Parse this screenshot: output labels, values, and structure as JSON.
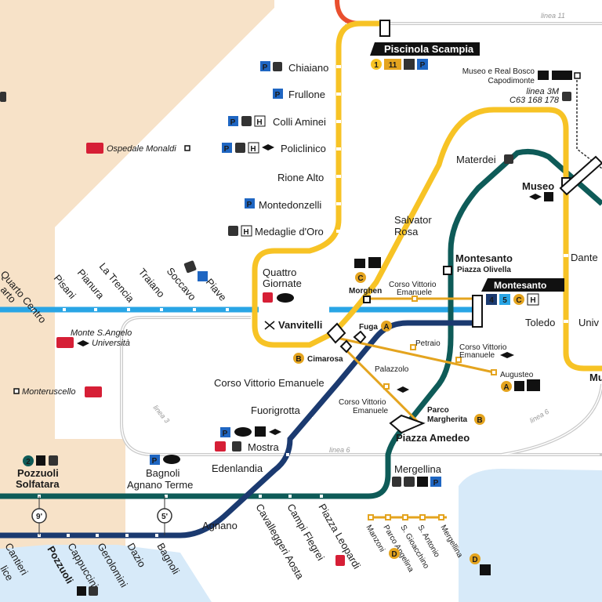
{
  "colors": {
    "linea1": "#f7c325",
    "linea6": "#1b3a70",
    "linea2": "#0e5b58",
    "cumana": "#29a5e5",
    "funicular": "#e4a41f",
    "linea11": "#e94f2e",
    "regional": "#c9c9c9",
    "land": "#f7e2c8",
    "sea": "#d7eaf9",
    "parking": "#1f66c2",
    "eav_red": "#d61f36"
  },
  "lines": {
    "linea11": "linea 11",
    "linea6": "linea 6",
    "linea3": "linea 3"
  },
  "stations": {
    "piscinola": "Piscinola Scampia",
    "chiaiano": "Chiaiano",
    "frullone": "Frullone",
    "colli_aminei": "Colli Aminei",
    "policlinico": "Policlinico",
    "rione_alto": "Rione Alto",
    "montedonzelli": "Montedonzelli",
    "medaglie": "Medaglie d'Oro",
    "salvator_rosa": [
      "Salvator",
      "Rosa"
    ],
    "materdei": "Materdei",
    "museo": "Museo",
    "dante": "Dante",
    "toledo": "Toledo",
    "univ": "Univ",
    "mu": "Mu",
    "quattro_giornate": [
      "Quattro",
      "Giornate"
    ],
    "vanvitelli": "Vanvitelli",
    "montesanto_top": "Montesanto",
    "piazza_olivella": "Piazza Olivella",
    "montesanto": "Montesanto",
    "morghen": "Morghen",
    "cve_top": [
      "Corso Vittorio",
      "Emanuele"
    ],
    "fuga": "Fuga",
    "cimarosa": "Cimarosa",
    "petraio": "Petraio",
    "cve_right": [
      "Corso Vittorio",
      "Emanuele"
    ],
    "augusteo": "Augusteo",
    "palazzolo": "Palazzolo",
    "cve_mid": [
      "Corso Vittorio",
      "Emanuele"
    ],
    "parco_margherita": [
      "Parco",
      "Margherita"
    ],
    "piazza_amedeo": "Piazza Amedeo",
    "corso_ve": "Corso Vittorio Emanuele",
    "fuorigrotta": "Fuorigrotta",
    "mostra": "Mostra",
    "edenlandia": "Edenlandia",
    "bagnoli_agnano": [
      "Bagnoli",
      "Agnano Terme"
    ],
    "mergellina": "Mergellina",
    "pozzuoli_solfatara": [
      "Pozzuoli",
      "Solfatara"
    ],
    "agnano": "Agnano",
    "museo_real": [
      "Museo e Real Bosco",
      "Capodimonte"
    ],
    "linea3m": [
      "linea 3M",
      "C63 168 178"
    ],
    "ospedale": "Ospedale Monaldi",
    "monte_sangelo": [
      "Monte S.Angelo",
      "Università"
    ],
    "monteruscello": "Monteruscello",
    "cumana_names": [
      "Quarto Centro",
      "Pisani",
      "Pianura",
      "La Trencia",
      "Traiano",
      "Soccavo",
      "Piave"
    ],
    "arto": "arto",
    "bottom_names": [
      "Cavalleggeri Aosta",
      "Campi Flegrei",
      "Piazza Leopardi"
    ],
    "mergellina_fun": [
      "Manzoni",
      "Parco Angelina",
      "S. Gioacchino",
      "S. Antonio",
      "Mergellina"
    ],
    "cumana_bottom": [
      "Cantieri",
      "Pozzuoli",
      "Cappuccini",
      "Gerolomini",
      "Dazio",
      "Bagnoli"
    ],
    "ice": "lice"
  },
  "badges": {
    "one": "1",
    "eleven": "11",
    "p": "P",
    "h": "H",
    "a": "A",
    "b": "B",
    "c": "C",
    "d": "D",
    "two": "2",
    "four": "4",
    "five": "5",
    "nine": "9'",
    "fivep": "5'"
  }
}
